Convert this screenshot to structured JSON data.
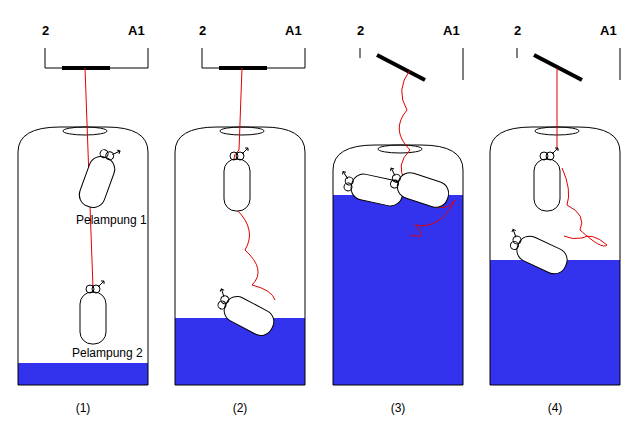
{
  "diagram": {
    "labels": [
      "2",
      "A1",
      "2",
      "A1",
      "2",
      "A1",
      "2",
      "A1",
      "Pelampung 1",
      "Pelampung 2",
      "(1)",
      "(2)",
      "(3)",
      "(4)"
    ]
  }
}
